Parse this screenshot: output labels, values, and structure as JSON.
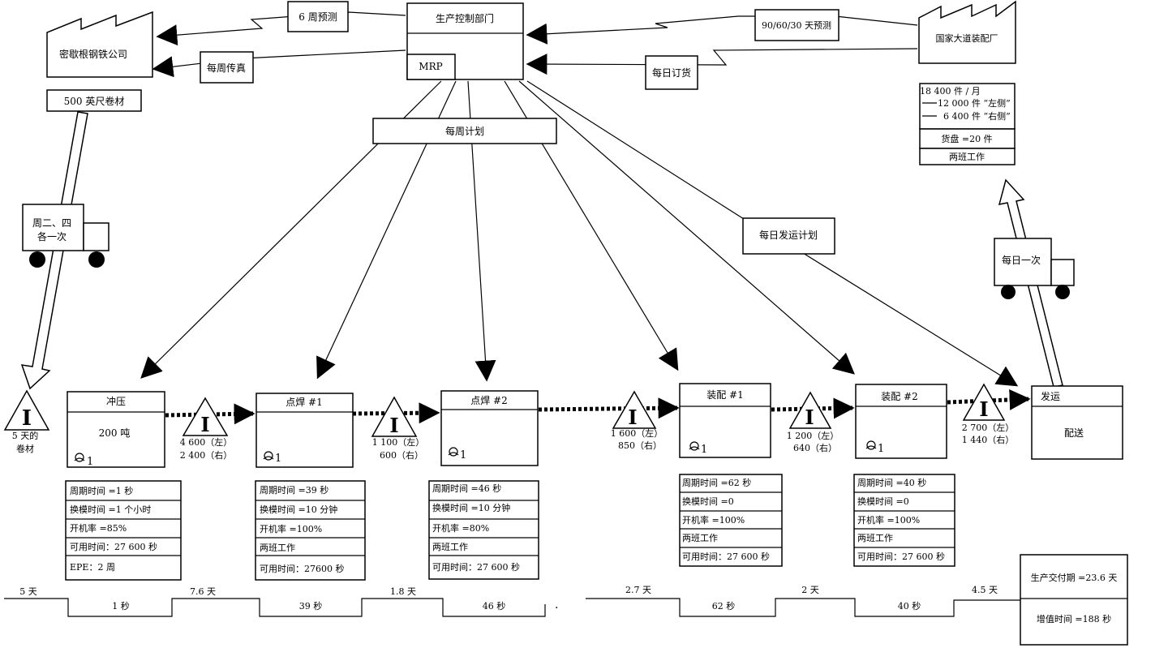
{
  "control": {
    "title": "生产控制部门",
    "mrp": "MRP"
  },
  "supplier": {
    "name": "密歇根钢铁公司",
    "coil_label": "500 英尺卷材",
    "truck_label": [
      "周二、四",
      "各一次"
    ],
    "forecast_label": "6 周预测",
    "fax_label": "每周传真"
  },
  "customer": {
    "name": "国家大道装配厂",
    "forecast_label": "90/60/30 天预测",
    "order_label": "每日订货",
    "truck_label": "每日一次",
    "demand": {
      "total": "18 400 件 / 月",
      "left": "12 000 件  “左侧”",
      "right": "6 400 件  “右侧”",
      "tray": "货盘 =20 件",
      "shift": "两班工作"
    }
  },
  "schedules": {
    "weekly": "每周计划",
    "daily_ship": "每日发运计划"
  },
  "raw_inventory": {
    "label": [
      "5 天的",
      "卷材"
    ]
  },
  "processes": [
    {
      "name": "冲压",
      "detail": "200 吨",
      "data": [
        "周期时间 =1 秒",
        "换模时间 =1 个小时",
        "开机率 =85%",
        "可用时间：27 600 秒",
        "EPE：2 周"
      ]
    },
    {
      "name": "点焊 #1",
      "detail": "",
      "data": [
        "周期时间 =39 秒",
        "换模时间 =10 分钟",
        "开机率 =100%",
        "两班工作",
        "可用时间：27600 秒"
      ]
    },
    {
      "name": "点焊 #2",
      "detail": "",
      "data": [
        "周期时间 =46 秒",
        "换模时间 =10 分钟",
        "开机率 =80%",
        "两班工作",
        "可用时间：27 600 秒"
      ]
    },
    {
      "name": "装配 #1",
      "detail": "",
      "data": [
        "周期时间 =62 秒",
        "换模时间 =0",
        "开机率 =100%",
        "两班工作",
        "可用时间：27 600 秒"
      ]
    },
    {
      "name": "装配 #2",
      "detail": "",
      "data": [
        "周期时间 =40 秒",
        "换模时间 =0",
        "开机率 =100%",
        "两班工作",
        "可用时间：27 600 秒"
      ]
    },
    {
      "name": "发运",
      "detail": "配送",
      "data": []
    }
  ],
  "operator_count": "1",
  "inventories": [
    [
      "4 600（左）",
      "2 400（右）"
    ],
    [
      "1 100（左）",
      "600（右）"
    ],
    [
      "1 600（左）",
      "850（右）"
    ],
    [
      "1 200（左）",
      "640（右）"
    ],
    [
      "2 700（左）",
      "1 440（右）"
    ]
  ],
  "timeline": {
    "lead_times": [
      "5 天",
      "7.6 天",
      "1.8 天",
      "2.7 天",
      "2 天",
      "4.5 天"
    ],
    "process_times": [
      "1 秒",
      "39 秒",
      "46 秒",
      "62 秒",
      "40 秒"
    ],
    "total_lead": "生产交付期 =23.6 天",
    "value_added": "增值时间 =188 秒",
    "dot": "."
  }
}
